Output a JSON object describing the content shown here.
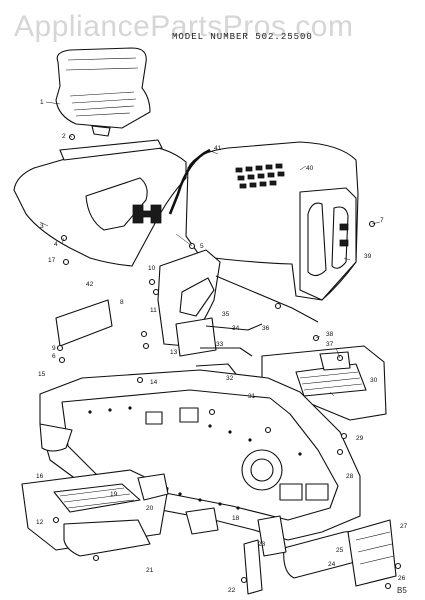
{
  "header": {
    "watermark": "AppliancePartsPros.com",
    "model_number_text": "MODEL NUMBER 502.25500",
    "page_number": "B5"
  },
  "diagram": {
    "callouts": [
      "1",
      "2",
      "3",
      "4",
      "5",
      "6",
      "7",
      "8",
      "9",
      "10",
      "11",
      "12",
      "13",
      "14",
      "15",
      "16",
      "17",
      "18",
      "19",
      "20",
      "21",
      "22",
      "23",
      "24",
      "25",
      "26",
      "27",
      "28",
      "29",
      "30",
      "31",
      "32",
      "33",
      "34",
      "35",
      "36",
      "37",
      "38",
      "39",
      "40",
      "41",
      "42"
    ]
  }
}
